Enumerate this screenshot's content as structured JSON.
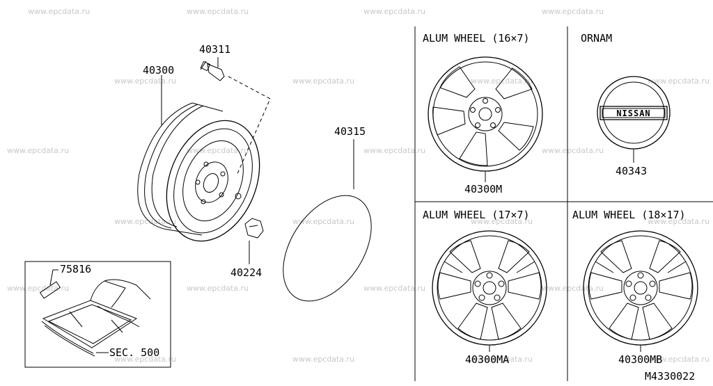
{
  "watermark": "www.epcdata.ru",
  "drawing_id": "M4330022",
  "parts": {
    "spare_wheel": "40300",
    "valve": "40311",
    "wheel_nut": "40224",
    "protector_disc": "40315",
    "label_75816": "75816",
    "sec_ref": "SEC. 500"
  },
  "panels": {
    "wheel_16x7": {
      "title": "ALUM WHEEL (16×7)",
      "part": "40300M"
    },
    "ornament": {
      "title": "ORNAM",
      "part": "40343",
      "logo_text": "NISSAN"
    },
    "wheel_17x7": {
      "title": "ALUM WHEEL (17×7)",
      "part": "40300MA"
    },
    "wheel_18x17": {
      "title": "ALUM WHEEL (18×17)",
      "part": "40300MB"
    }
  }
}
